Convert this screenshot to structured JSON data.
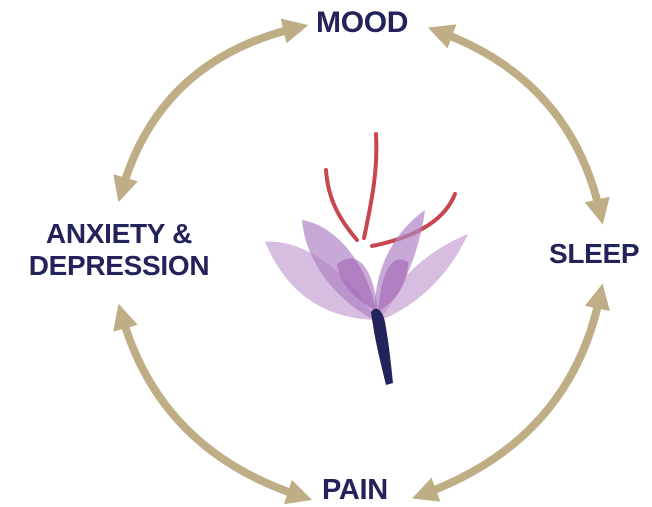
{
  "nodes": {
    "mood": "MOOD",
    "sleep": "SLEEP",
    "pain": "PAIN",
    "anxiety_line1": "ANXIETY &",
    "anxiety_line2": "DEPRESSION"
  },
  "colors": {
    "arrow": "#bfae85",
    "label": "#23235b",
    "petal_light": "#c9a7d6",
    "petal_mid": "#b183c4",
    "stigma": "#c8474f",
    "stem": "#23235b"
  },
  "icons": [
    "saffron-flower-icon"
  ]
}
